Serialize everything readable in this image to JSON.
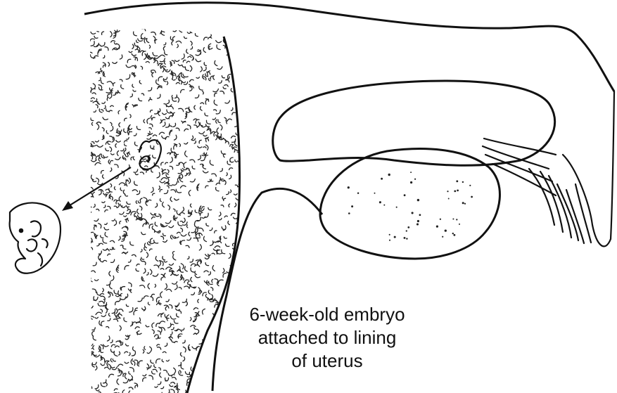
{
  "caption": {
    "line1": "6-week-old embryo",
    "line2": "attached to lining",
    "line3": "of uterus"
  },
  "colors": {
    "ink": "#111111",
    "background": "#ffffff"
  }
}
